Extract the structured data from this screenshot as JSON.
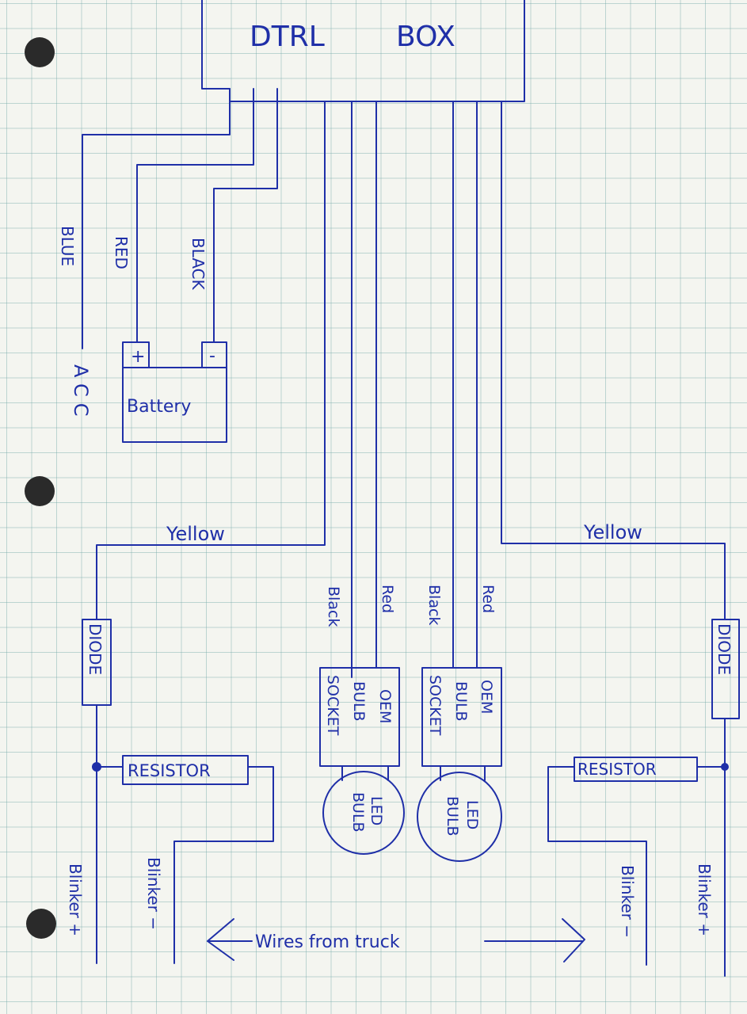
{
  "box": {
    "title_left": "DTRL",
    "title_right": "BOX"
  },
  "wires": {
    "blue": "BLUE",
    "red": "RED",
    "black": "BLACK",
    "acc": "ACC",
    "yellow_left": "Yellow",
    "yellow_right": "Yellow",
    "black_left": "Black",
    "red_left": "Red",
    "black_right": "Black",
    "red_right": "Red"
  },
  "battery": {
    "label": "Battery",
    "plus": "+",
    "minus": "-"
  },
  "components": {
    "diode_left": "DIODE",
    "diode_right": "DIODE",
    "resistor_left": "RESISTOR",
    "resistor_right": "RESISTOR",
    "socket_left_a": "OEM",
    "socket_left_b": "BULB",
    "socket_left_c": "SOCKET",
    "socket_right_a": "OEM",
    "socket_right_b": "BULB",
    "socket_right_c": "SOCKET",
    "led_left_a": "LED",
    "led_left_b": "BULB",
    "led_right_a": "LED",
    "led_right_b": "BULB"
  },
  "blinkers": {
    "left_plus": "Blinker +",
    "left_minus": "Blinker −",
    "right_minus": "Blinker −",
    "right_plus": "Blinker +"
  },
  "footer": {
    "wires_from_truck": "Wires from truck"
  },
  "colors": {
    "ink": "#1f2fa8",
    "paper": "#f4f5f0",
    "grid": "#78aaaa"
  }
}
